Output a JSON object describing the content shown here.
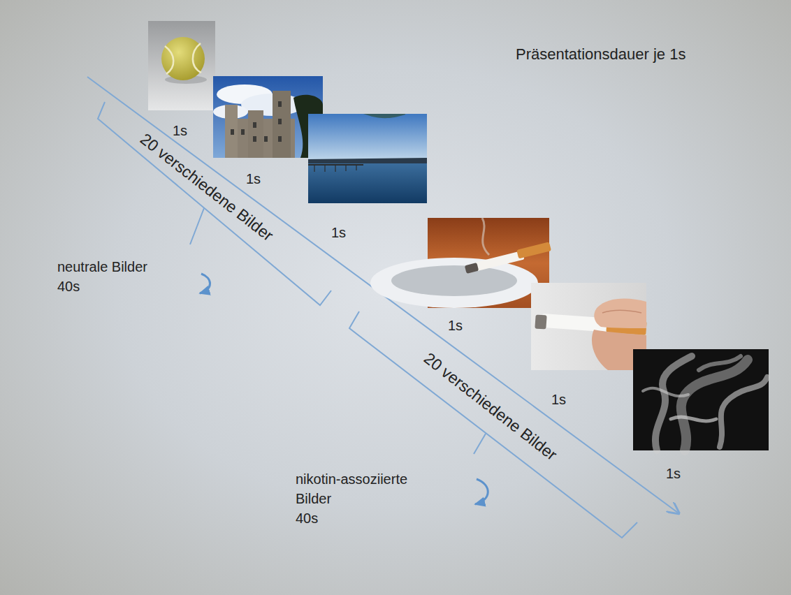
{
  "diagram": {
    "labels": [
      "Präsentationsdauer je 1s",
      "1s",
      "1s",
      "1s",
      "1s",
      "1s",
      "1s",
      "20 verschiedene Bilder",
      "neutrale Bilder",
      "40s",
      "20 verschiedene Bilder",
      "nikotin-assoziierte Bilder",
      "40s"
    ]
  }
}
